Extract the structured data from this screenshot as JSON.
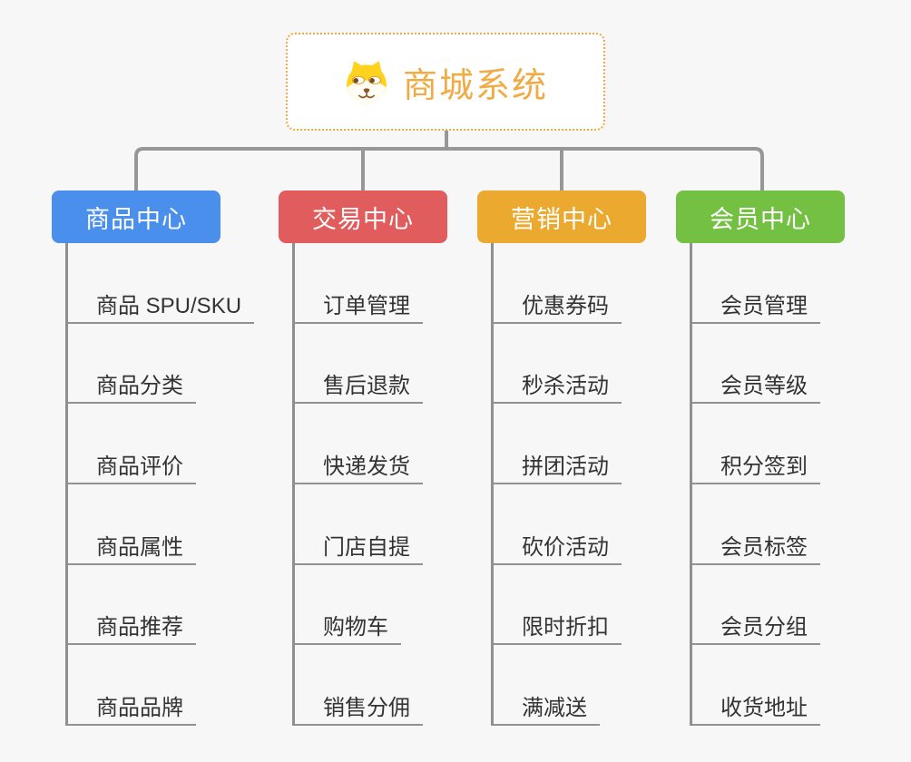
{
  "canvas": {
    "background": "#f7f7f7",
    "connector_color": "#979797",
    "underline_color": "#929292",
    "child_text_color": "#333333"
  },
  "root": {
    "title": "商城系统",
    "icon": "shiba-dog-icon",
    "text_color": "#f0ab44",
    "border_color": "#f3a73f",
    "background": "#ffffff"
  },
  "branches": [
    {
      "label": "商品中心",
      "color": "#4a8fec",
      "children": [
        "商品 SPU/SKU",
        "商品分类",
        "商品评价",
        "商品属性",
        "商品推荐",
        "商品品牌"
      ]
    },
    {
      "label": "交易中心",
      "color": "#e15c5c",
      "children": [
        "订单管理",
        "售后退款",
        "快递发货",
        "门店自提",
        "购物车",
        "销售分佣"
      ]
    },
    {
      "label": "营销中心",
      "color": "#eba92f",
      "children": [
        "优惠券码",
        "秒杀活动",
        "拼团活动",
        "砍价活动",
        "限时折扣",
        "满减送"
      ]
    },
    {
      "label": "会员中心",
      "color": "#74c043",
      "children": [
        "会员管理",
        "会员等级",
        "积分签到",
        "会员标签",
        "会员分组",
        "收货地址"
      ]
    }
  ]
}
